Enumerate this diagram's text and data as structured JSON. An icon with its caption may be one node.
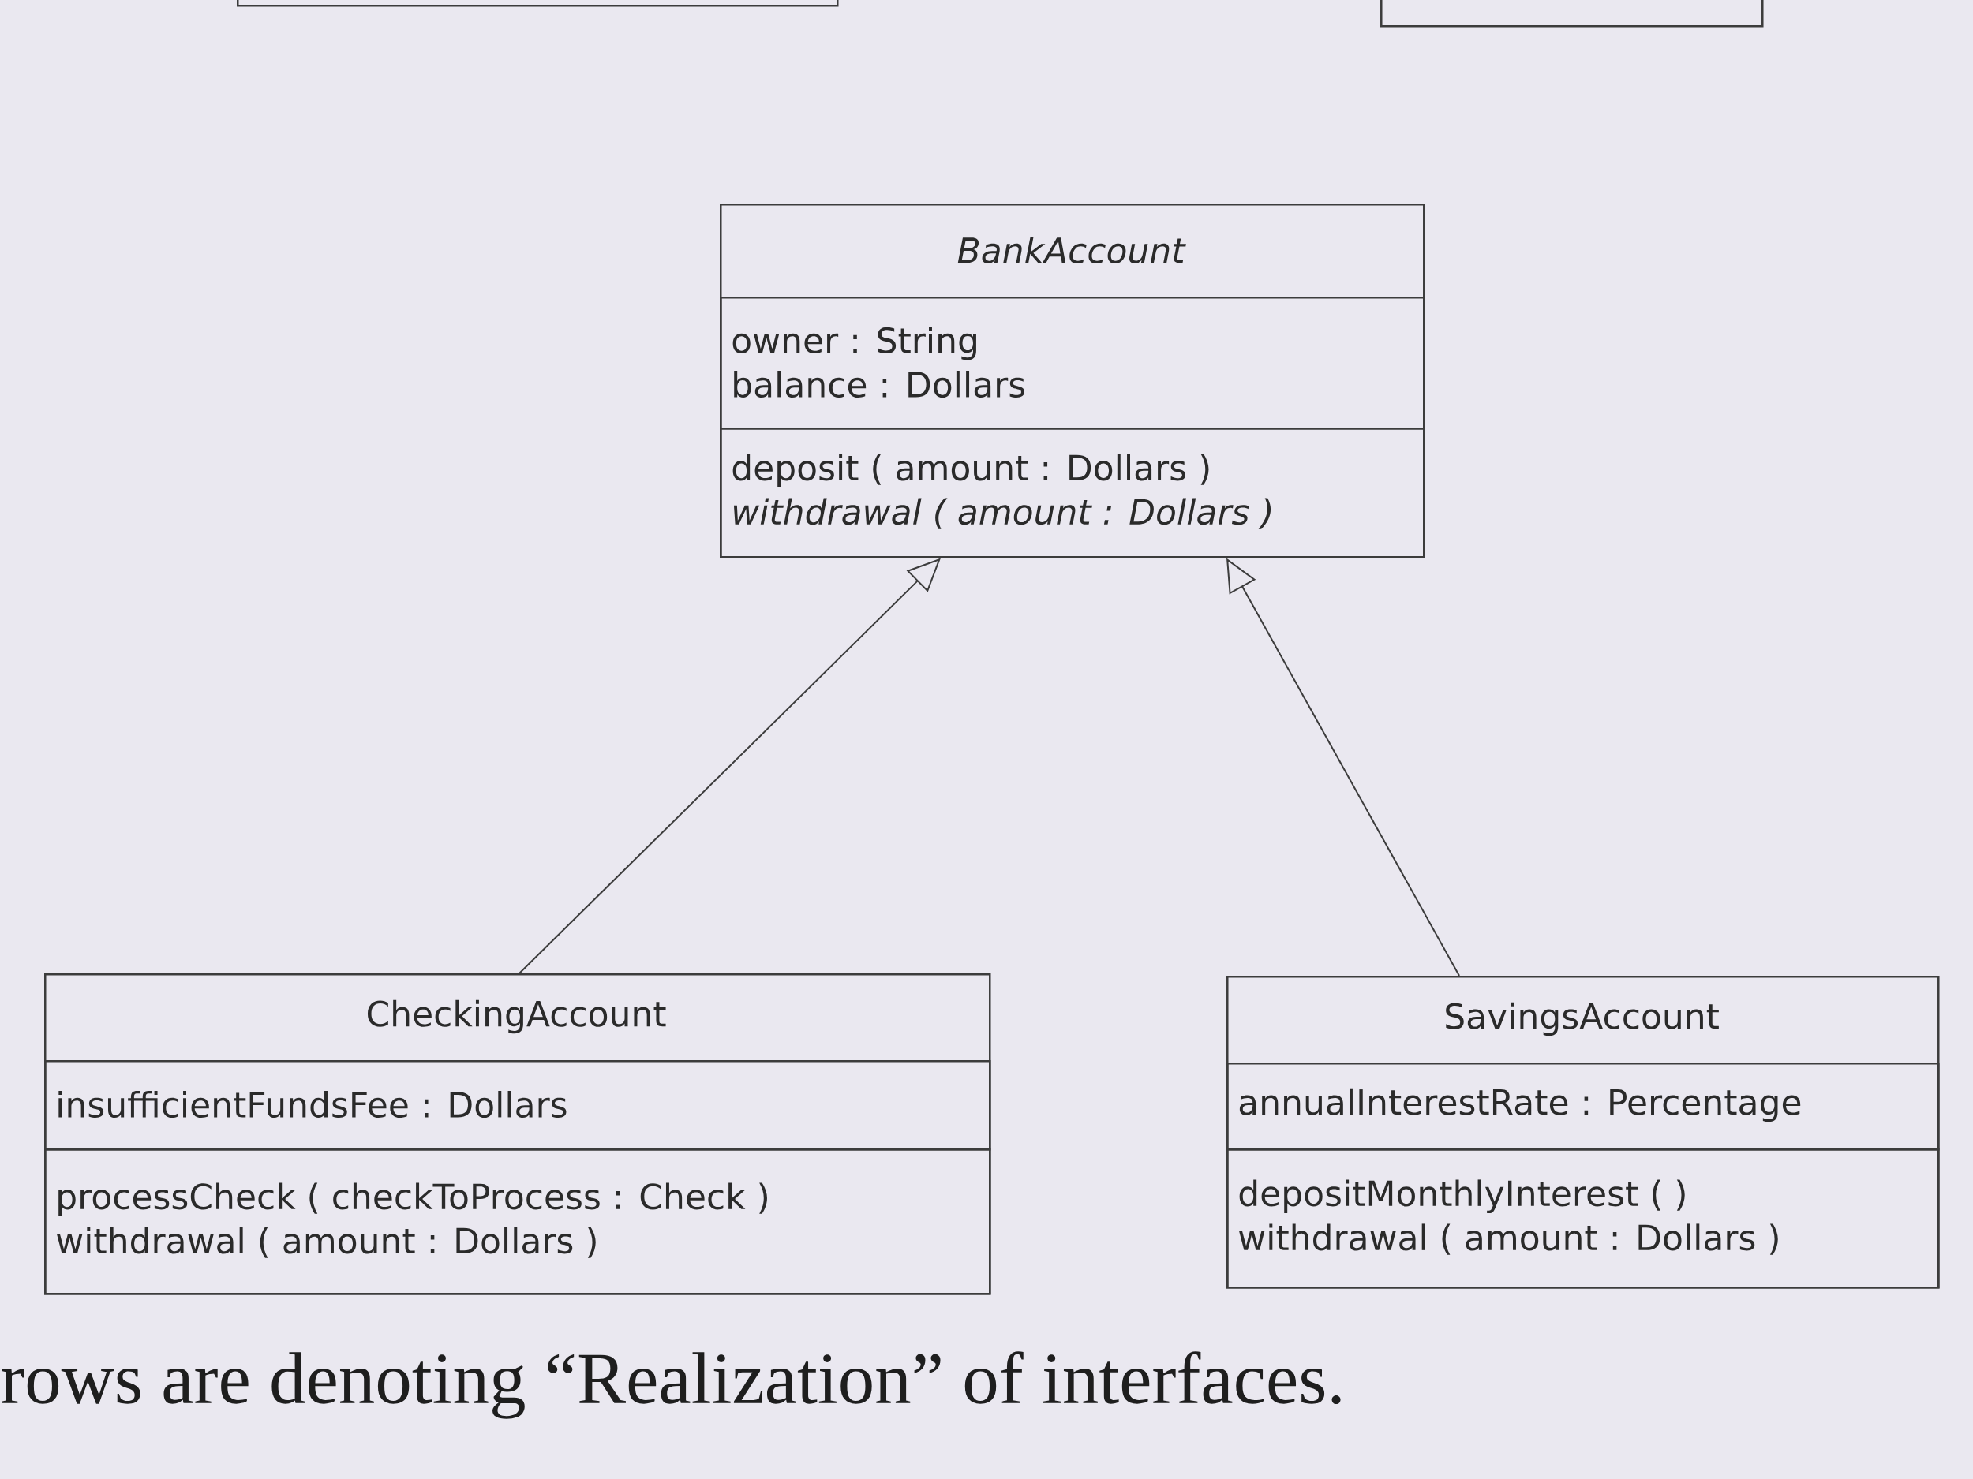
{
  "diagram": {
    "caption": "rows are denoting “Realization” of interfaces.",
    "nodes": [
      {
        "text": [],
        "shape": "box"
      },
      {
        "text": [],
        "shape": "box"
      },
      {
        "text": [
          "BankAccount"
        ]
      },
      {
        "text": [
          "owner : String",
          "balance : Dollars"
        ],
        "in": 2
      },
      {
        "text": [
          "deposit ( amount : Dollars )",
          "withdrawal ( amount : Dollars )"
        ],
        "in": 2
      },
      {
        "text": [
          "CheckingAccount"
        ]
      },
      {
        "text": [
          "insufficientFundsFee : Dollars"
        ],
        "in": 5
      },
      {
        "text": [
          "processCheck ( checkToProcess : Check )",
          "withdrawal ( amount : Dollars )"
        ],
        "in": 5
      },
      {
        "text": [
          "SavingsAccount"
        ]
      },
      {
        "text": [
          "annualInterestRate : Percentage"
        ],
        "in": 8
      },
      {
        "text": [
          "depositMonthlyInterest ( )",
          "withdrawal ( amount : Dollars )"
        ],
        "in": 8
      }
    ],
    "edges": [
      {
        "from": 5,
        "to": 2,
        "arrow": "to"
      },
      {
        "from": 8,
        "to": 2,
        "arrow": "to"
      }
    ]
  }
}
